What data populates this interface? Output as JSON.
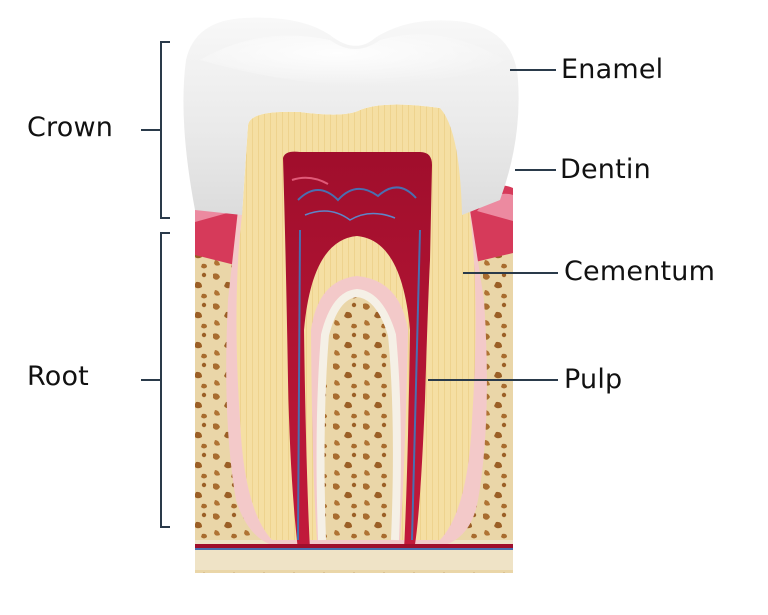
{
  "labels": {
    "crown": "Crown",
    "root": "Root",
    "enamel": "Enamel",
    "dentin": "Dentin",
    "cementum": "Cementum",
    "pulp": "Pulp"
  },
  "colors": {
    "enamel": "#eeeeee",
    "dentin": "#f3d998",
    "pulp": "#b01030",
    "gum": "#d63a5a",
    "bone": "#e6cf9c",
    "bone_cavity": "#a86c2f",
    "leader_line": "#2a3a4a"
  }
}
